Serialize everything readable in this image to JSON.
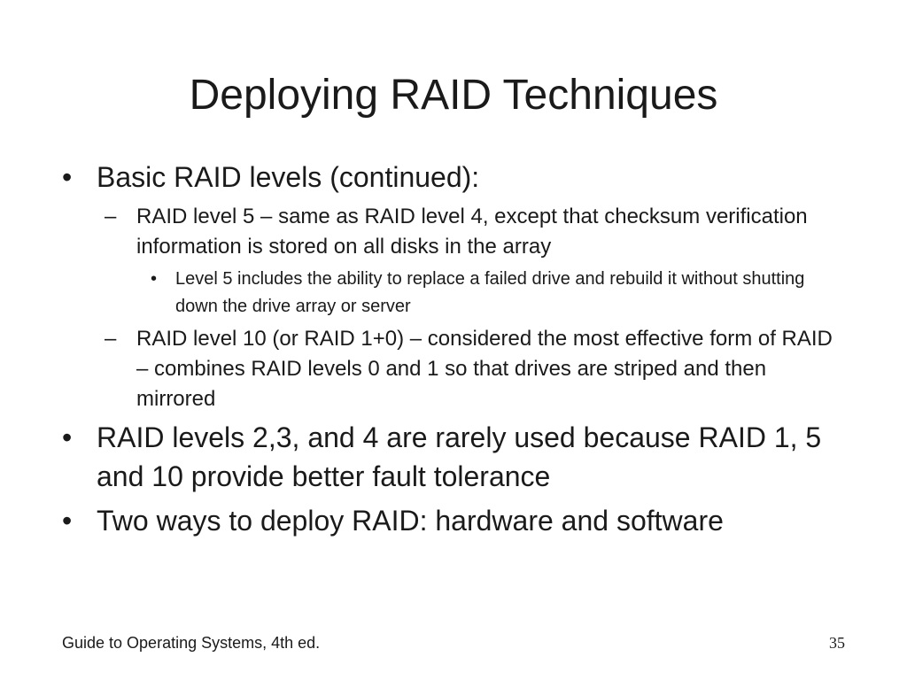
{
  "slide": {
    "title": "Deploying RAID Techniques",
    "bullets": [
      {
        "marker": "•",
        "text": "Basic RAID levels (continued):",
        "sub": [
          {
            "marker": "–",
            "text": "RAID level 5 – same as RAID level 4, except that checksum verification information is stored on all disks in the array",
            "sub": [
              {
                "marker": "•",
                "text": "Level 5 includes the ability to replace a failed drive and rebuild it without shutting down the drive array or server"
              }
            ]
          },
          {
            "marker": "–",
            "text": "RAID level 10 (or RAID 1+0) – considered the most effective form of RAID – combines RAID levels 0 and 1 so that drives are striped and then mirrored"
          }
        ]
      },
      {
        "marker": "•",
        "text": "RAID levels 2,3, and 4 are rarely used because RAID 1, 5 and 10 provide better fault tolerance"
      },
      {
        "marker": "•",
        "text": "Two ways to deploy RAID: hardware and software"
      }
    ]
  },
  "footer": {
    "source": "Guide to Operating Systems, 4th ed.",
    "page_number": "35"
  }
}
